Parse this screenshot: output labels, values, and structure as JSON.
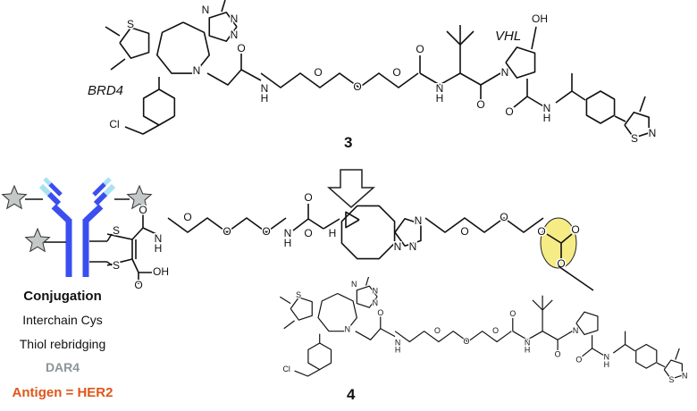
{
  "compound3": {
    "number": "3",
    "left_ligand": "BRD4",
    "right_ligand": "VHL"
  },
  "compound4": {
    "number": "4"
  },
  "conjugation": {
    "title": "Conjugation",
    "method": "Interchain Cys",
    "chemistry": "Thiol rebridging",
    "dar": "DAR4",
    "antigen": "Antigen = HER2"
  },
  "atoms": {
    "N": "N",
    "O": "O",
    "S": "S",
    "Cl": "Cl",
    "H": "H",
    "OH": "OH"
  },
  "colors": {
    "antibody_heavy": "#3b4ef0",
    "antibody_light": "#a9e2f2",
    "payload_star": "#c4c8c8",
    "highlight": "#f5ec86",
    "dar": "#8a9598",
    "antigen": "#e0561a"
  },
  "icons": {
    "transform_arrow": "hollow-down-arrow-icon",
    "payload": "star-icon",
    "antibody": "antibody-icon"
  }
}
